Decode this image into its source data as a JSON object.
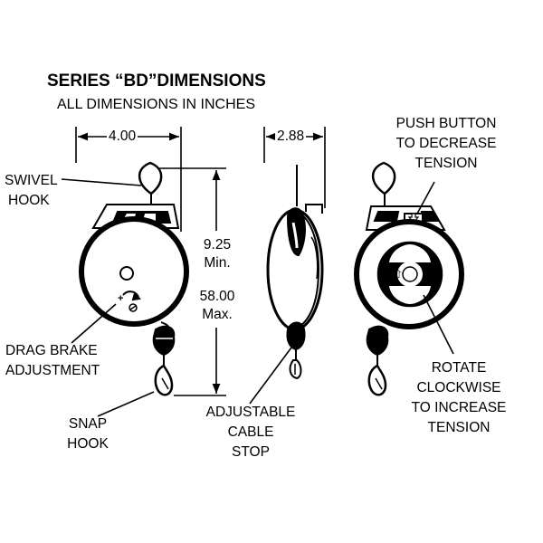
{
  "title": "SERIES “BD”DIMENSIONS",
  "subtitle": "ALL DIMENSIONS IN INCHES",
  "dimensions": {
    "width_front": "4.00",
    "width_side": "2.88",
    "min_value": "9.25",
    "min_suffix": "Min.",
    "max_value": "58.00",
    "max_suffix": "Max."
  },
  "labels": {
    "swivel_hook": [
      "SWIVEL",
      "HOOK"
    ],
    "drag_brake": [
      "DRAG BRAKE",
      "ADJUSTMENT"
    ],
    "snap_hook": [
      "SNAP",
      "HOOK"
    ],
    "cable_stop": [
      "ADJUSTABLE",
      "CABLE",
      "STOP"
    ],
    "push_button": [
      "PUSH BUTTON",
      "TO DECREASE",
      "TENSION"
    ],
    "rotate": [
      "ROTATE",
      "CLOCKWISE",
      "TO INCREASE",
      "TENSION"
    ]
  }
}
